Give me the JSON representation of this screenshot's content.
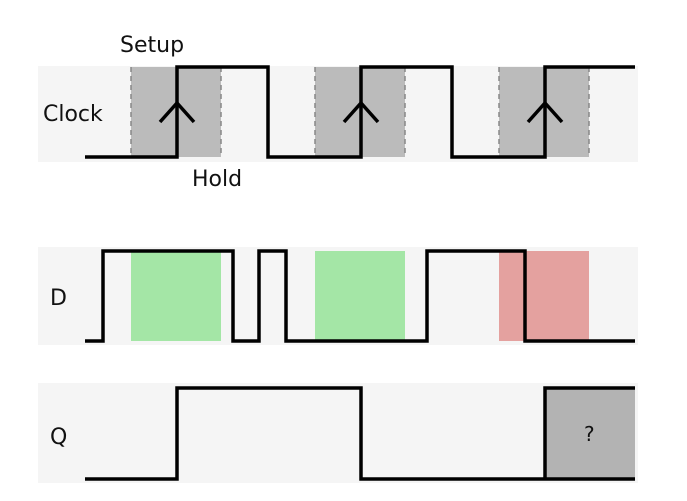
{
  "labels": {
    "clock": "Clock",
    "setup": "Setup",
    "hold": "Hold",
    "d": "D",
    "q": "Q",
    "unknown": "?"
  },
  "colors": {
    "row_background": "#f5f5f5",
    "window": "#bbbbbb",
    "stable": "#a4e6a6",
    "violation": "#e4a19f",
    "unknown_state": "#b3b3b3",
    "line": "#000000"
  }
}
